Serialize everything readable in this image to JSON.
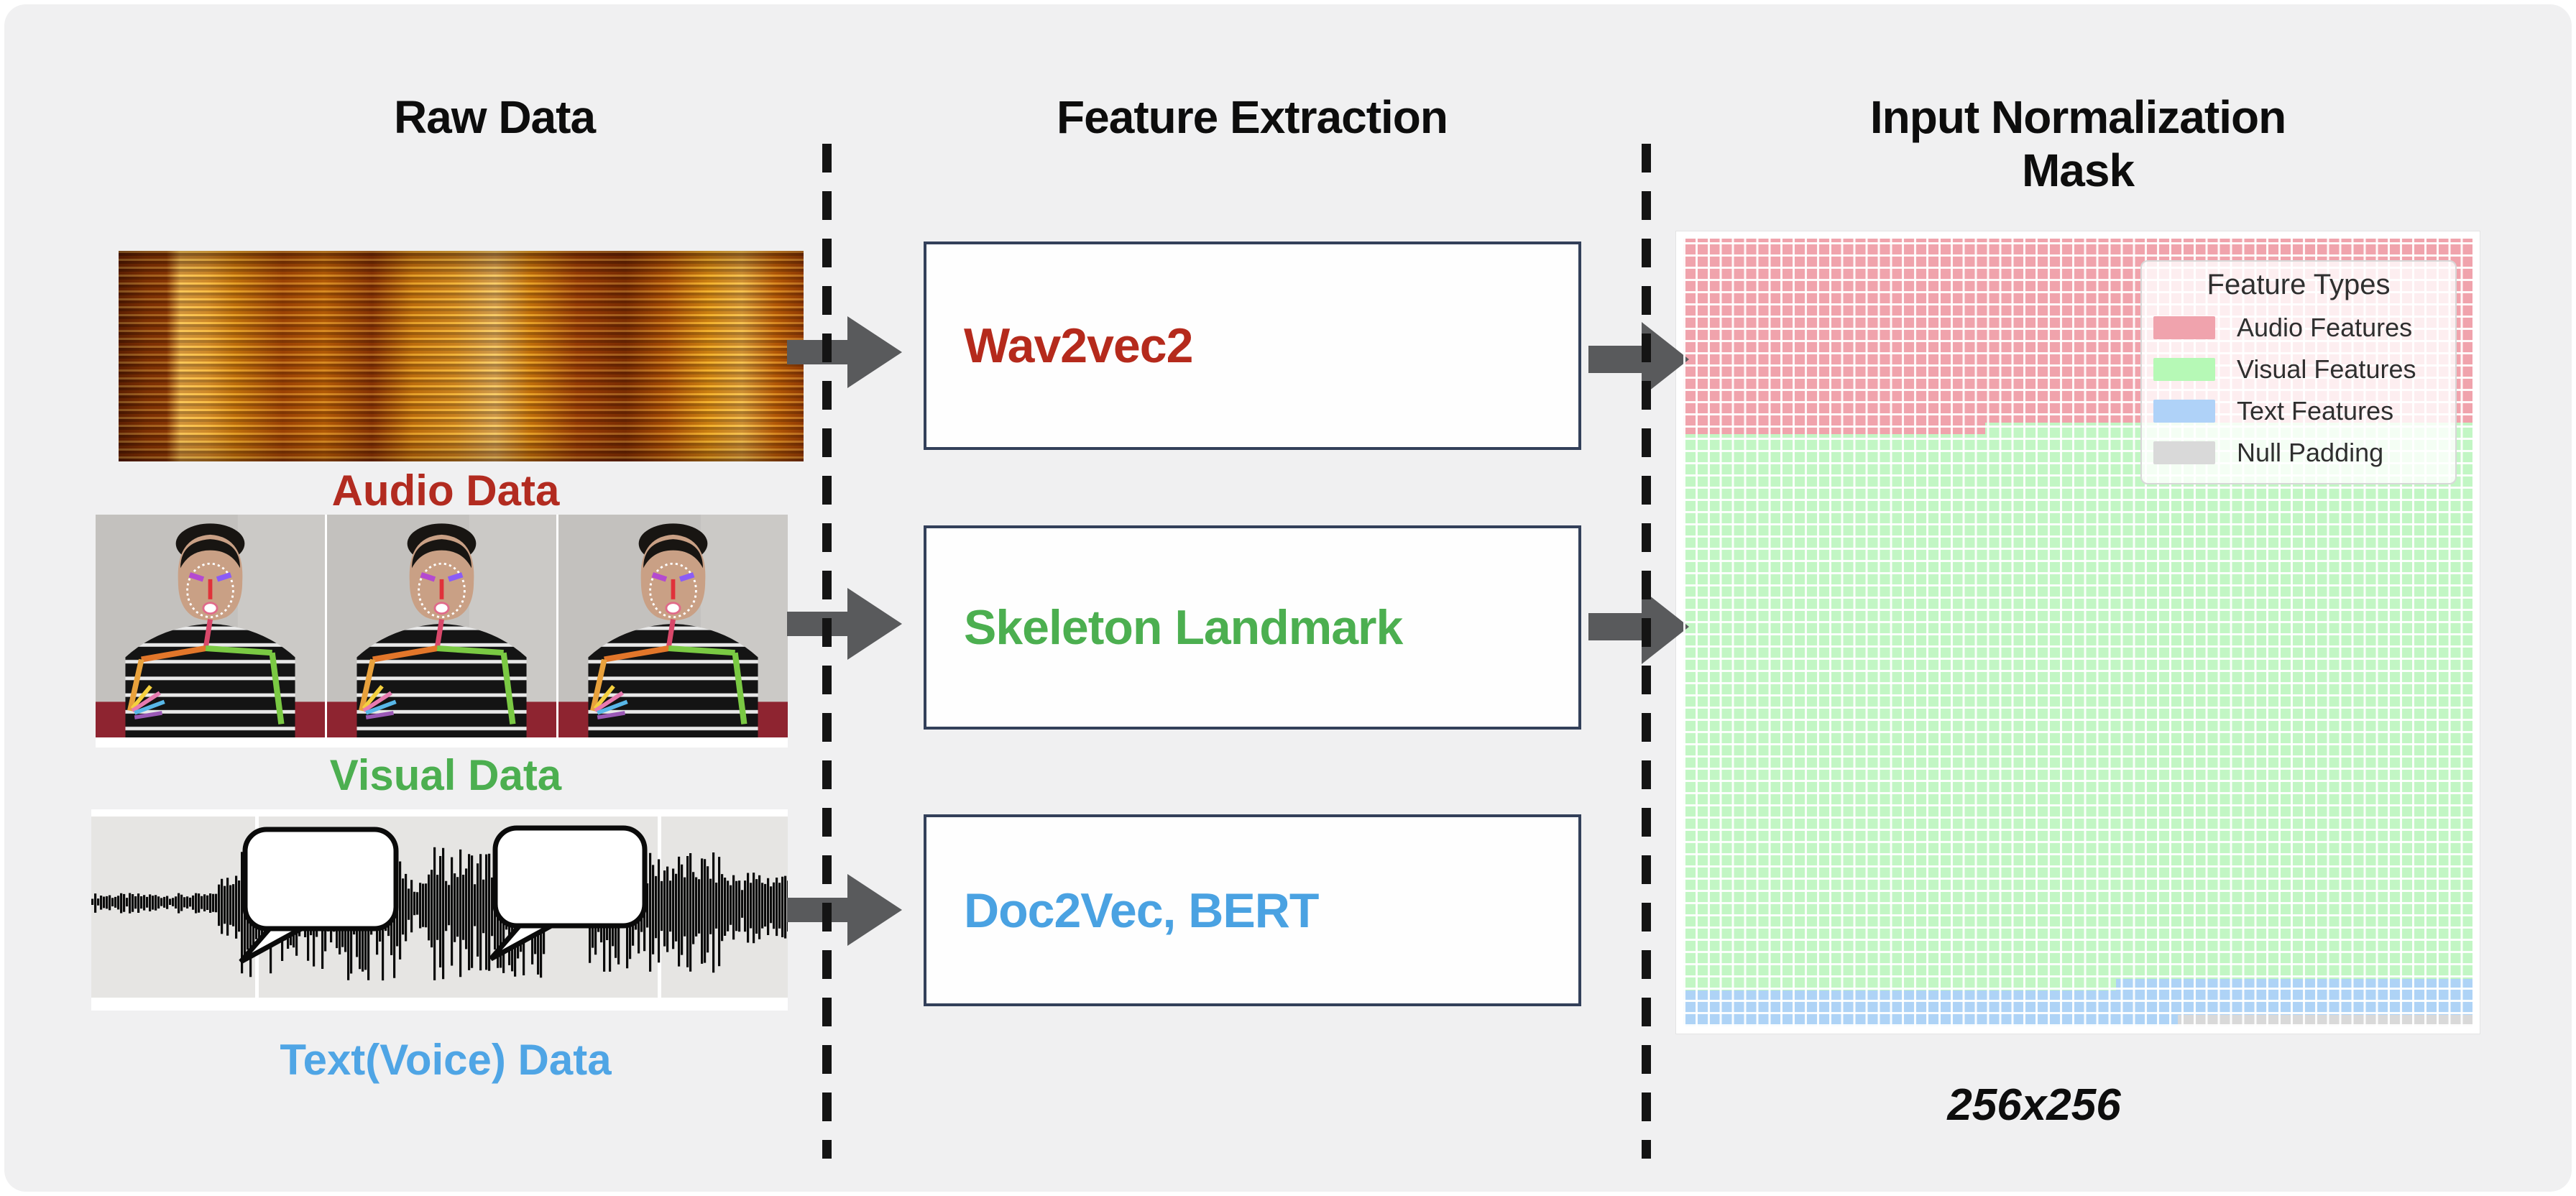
{
  "titles": {
    "raw": "Raw Data",
    "feature": "Feature Extraction",
    "mask": "Input Normalization Mask"
  },
  "raw_items": [
    {
      "label": "Audio Data",
      "color": "#b22b20"
    },
    {
      "label": "Visual Data",
      "color": "#4caf50"
    },
    {
      "label": "Text(Voice) Data",
      "color": "#4fa5e5"
    }
  ],
  "extractors": [
    {
      "label": "Wav2vec2",
      "color": "#b52a1c"
    },
    {
      "label": "Skeleton Landmark",
      "color": "#4caf50"
    },
    {
      "label": "Doc2Vec, BERT",
      "color": "#4aa2e2"
    }
  ],
  "mask": {
    "size_label": "256x256",
    "legend_title": "Feature Types",
    "legend": [
      {
        "label": "Audio Features",
        "color": "#f0a3ad"
      },
      {
        "label": "Visual Features",
        "color": "#b6f9b6"
      },
      {
        "label": "Text Features",
        "color": "#afd2f8"
      },
      {
        "label": "Null Padding",
        "color": "#d9d9d9"
      }
    ],
    "section_colors": {
      "audio": "#f0a3ac",
      "visual": "#c2f6c4",
      "text": "#aed3f6",
      "null": "#d9d9d9"
    }
  }
}
